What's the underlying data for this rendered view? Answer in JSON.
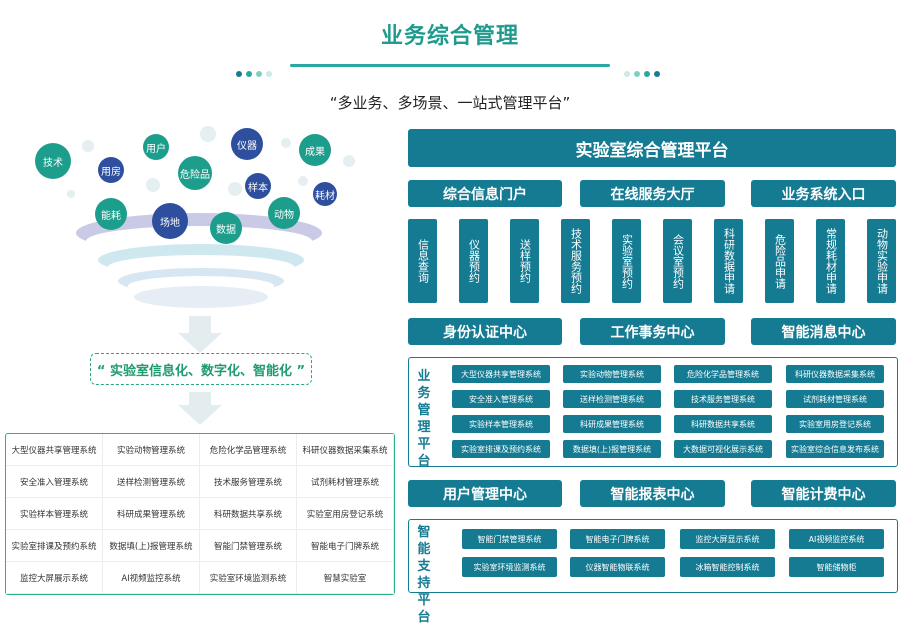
{
  "header": {
    "title": "业务综合管理",
    "subtitle": "“多业务、多场景、一站式管理平台”"
  },
  "funnel": {
    "bubbles": [
      "技术",
      "用房",
      "用户",
      "危险品",
      "仪器",
      "成果",
      "样本",
      "耗材",
      "能耗",
      "场地",
      "数据",
      "动物"
    ],
    "slogan": "“ 实验室信息化、数字化、智能化 ”"
  },
  "left_grid": [
    "大型仪器共享管理系统",
    "实验动物管理系统",
    "危险化学品管理系统",
    "科研仪器数据采集系统",
    "安全准入管理系统",
    "送样检测管理系统",
    "技术服务管理系统",
    "试剂耗材管理系统",
    "实验样本管理系统",
    "科研成果管理系统",
    "科研数据共享系统",
    "实验室用房登记系统",
    "实验室排课及预约系统",
    "数据填(上)报管理系统",
    "智能门禁管理系统",
    "智能电子门牌系统",
    "监控大屏展示系统",
    "AI视频监控系统",
    "实验室环境监测系统",
    "智慧实验室"
  ],
  "platform": {
    "title": "实验室综合管理平台",
    "sections": [
      "综合信息门户",
      "在线服务大厅",
      "业务系统入口"
    ],
    "services": [
      "信息查询",
      "仪器预约",
      "送样预约",
      "技术服务预约",
      "实验室预约",
      "会议室预约",
      "科研数据申请",
      "危险品申请",
      "常规耗材申请",
      "动物实验申请"
    ],
    "centers": [
      "身份认证中心",
      "工作事务中心",
      "智能消息中心"
    ],
    "business_label": "业务管理平台",
    "business_systems": [
      "大型仪器共享管理系统",
      "实验动物管理系统",
      "危险化学品管理系统",
      "科研仪器数据采集系统",
      "安全准入管理系统",
      "送样检测管理系统",
      "技术服务管理系统",
      "试剂耗材管理系统",
      "实验样本管理系统",
      "科研成果管理系统",
      "科研数据共享系统",
      "实验室用房登记系统",
      "实验室排课及预约系统",
      "数据填(上)报管理系统",
      "大数据可视化展示系统",
      "实验室综合信息发布系统"
    ],
    "centers2": [
      "用户管理中心",
      "智能报表中心",
      "智能计费中心"
    ],
    "smart_label": "智能支持平台",
    "smart_systems": [
      "智能门禁管理系统",
      "智能电子门牌系统",
      "监控大屏显示系统",
      "AI视频监控系统",
      "实验室环境监测系统",
      "仪器智能物联系统",
      "冰箱智能控制系统",
      "智能储物柜"
    ]
  },
  "colors": {
    "teal": "#157b93",
    "green": "#2aa57f",
    "accent": "#1f9b8e"
  }
}
